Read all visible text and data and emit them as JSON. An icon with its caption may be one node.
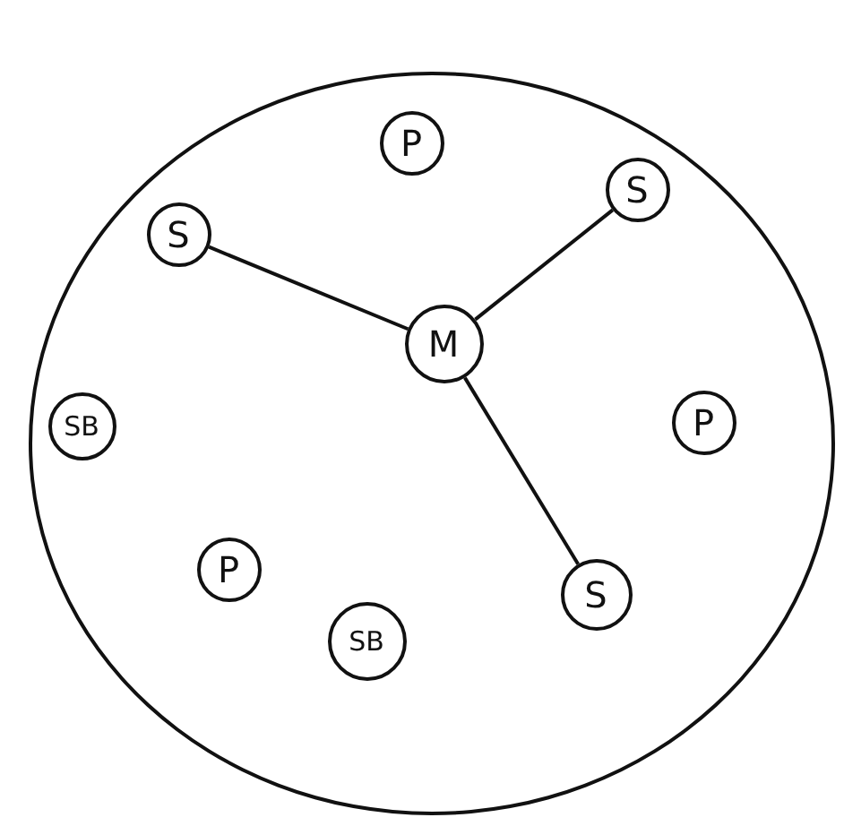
{
  "diagram": {
    "nodes": [
      {
        "text": [],
        "shape": "circle"
      },
      {
        "text": [
          "P"
        ],
        "in": 0
      },
      {
        "text": [
          "S"
        ],
        "in": 0
      },
      {
        "text": [
          "S"
        ],
        "in": 0
      },
      {
        "text": [
          "M"
        ],
        "in": 0
      },
      {
        "text": [
          "SB"
        ],
        "in": 0
      },
      {
        "text": [
          "P"
        ],
        "in": 0
      },
      {
        "text": [
          "P"
        ],
        "in": 0
      },
      {
        "text": [
          "S"
        ],
        "in": 0
      },
      {
        "text": [
          "SB"
        ],
        "in": 0
      }
    ],
    "edges": [
      {
        "from": 2,
        "to": 4,
        "arrow": "none"
      },
      {
        "from": 3,
        "to": 4,
        "arrow": "none"
      },
      {
        "from": 8,
        "to": 4,
        "arrow": "none"
      }
    ]
  }
}
